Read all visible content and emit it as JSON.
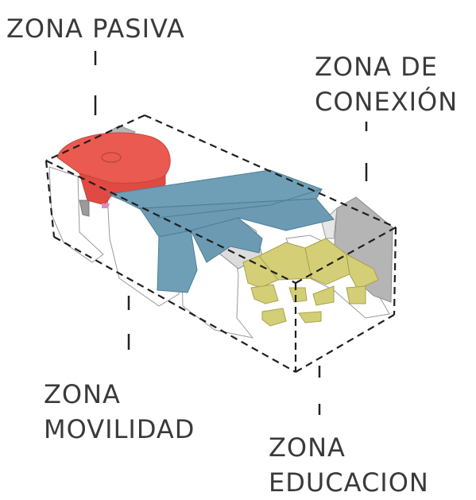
{
  "labels": {
    "pasiva": {
      "line1": "ZONA PASIVA"
    },
    "conexion": {
      "line1": "ZONA DE",
      "line2": "CONEXIÓN"
    },
    "movilidad": {
      "line1": "ZONA",
      "line2": "MOVILIDAD"
    },
    "educacion": {
      "line1": "ZONA",
      "line2": "EDUCACION"
    }
  },
  "colors": {
    "pasiva": "#e9574f",
    "movilidad": "#6f9fb6",
    "educacion": "#d4cf76",
    "conexion": "#b7b7b7",
    "accent": "#d98fb6",
    "line": "#222222",
    "text": "#3a3a3a"
  }
}
